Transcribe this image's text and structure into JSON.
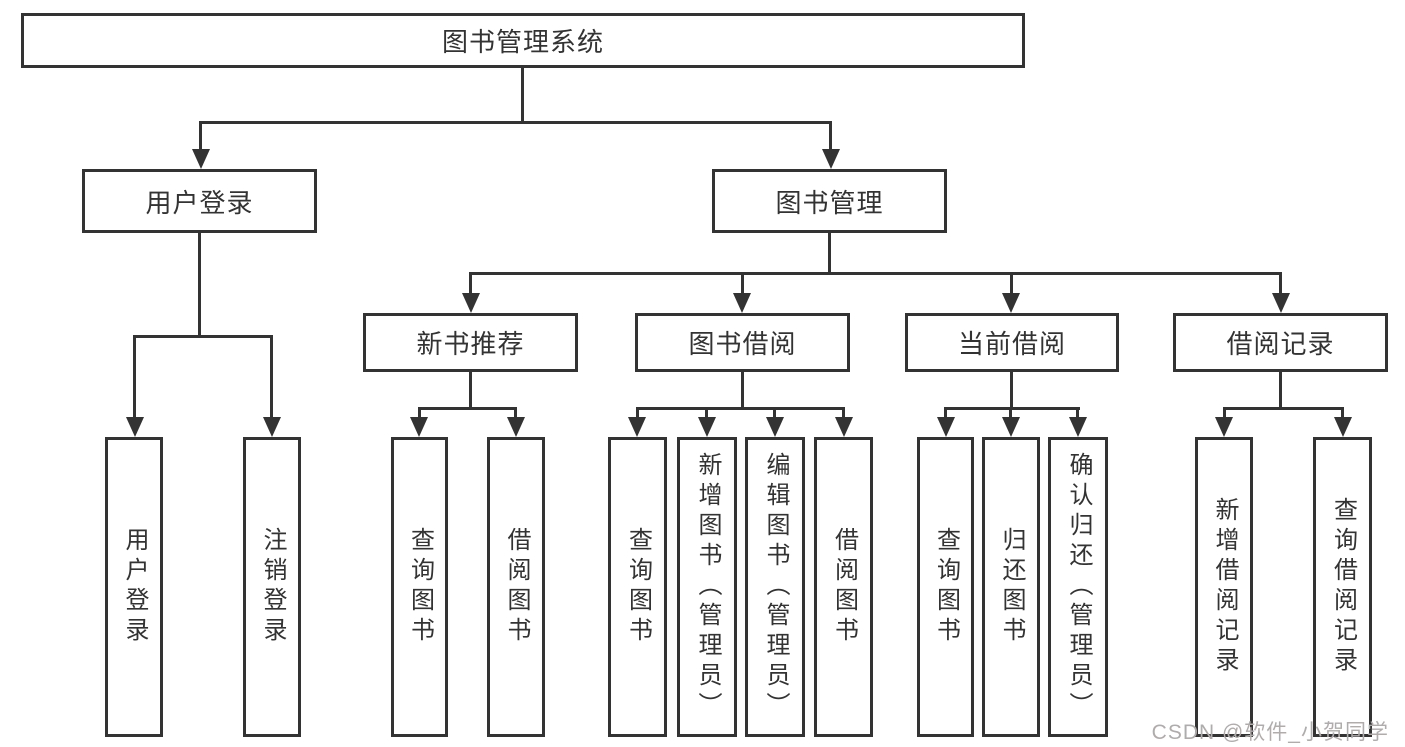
{
  "diagram": {
    "root": {
      "label": "图书管理系统"
    },
    "level2": {
      "user_login": {
        "label": "用户登录"
      },
      "book_mgmt": {
        "label": "图书管理"
      }
    },
    "level3": {
      "new_books": {
        "label": "新书推荐"
      },
      "borrow": {
        "label": "图书借阅"
      },
      "current": {
        "label": "当前借阅"
      },
      "records": {
        "label": "借阅记录"
      }
    },
    "leaves": {
      "user_login_1": {
        "label": "用户登录"
      },
      "user_login_2": {
        "label": "注销登录"
      },
      "new_books_1": {
        "label": "查询图书"
      },
      "new_books_2": {
        "label": "借阅图书"
      },
      "borrow_1": {
        "label": "查询图书"
      },
      "borrow_2": {
        "label": "新增图书（管理员）"
      },
      "borrow_3": {
        "label": "编辑图书（管理员）"
      },
      "borrow_4": {
        "label": "借阅图书"
      },
      "current_1": {
        "label": "查询图书"
      },
      "current_2": {
        "label": "归还图书"
      },
      "current_3": {
        "label": "确认归还（管理员）"
      },
      "records_1": {
        "label": "新增借阅记录"
      },
      "records_2": {
        "label": "查询借阅记录"
      }
    }
  },
  "watermark": {
    "text": "CSDN @软件_小贺同学"
  },
  "colors": {
    "line": "#333333",
    "text": "#333333",
    "watermark_text": "#b0acac",
    "background": "#ffffff"
  }
}
